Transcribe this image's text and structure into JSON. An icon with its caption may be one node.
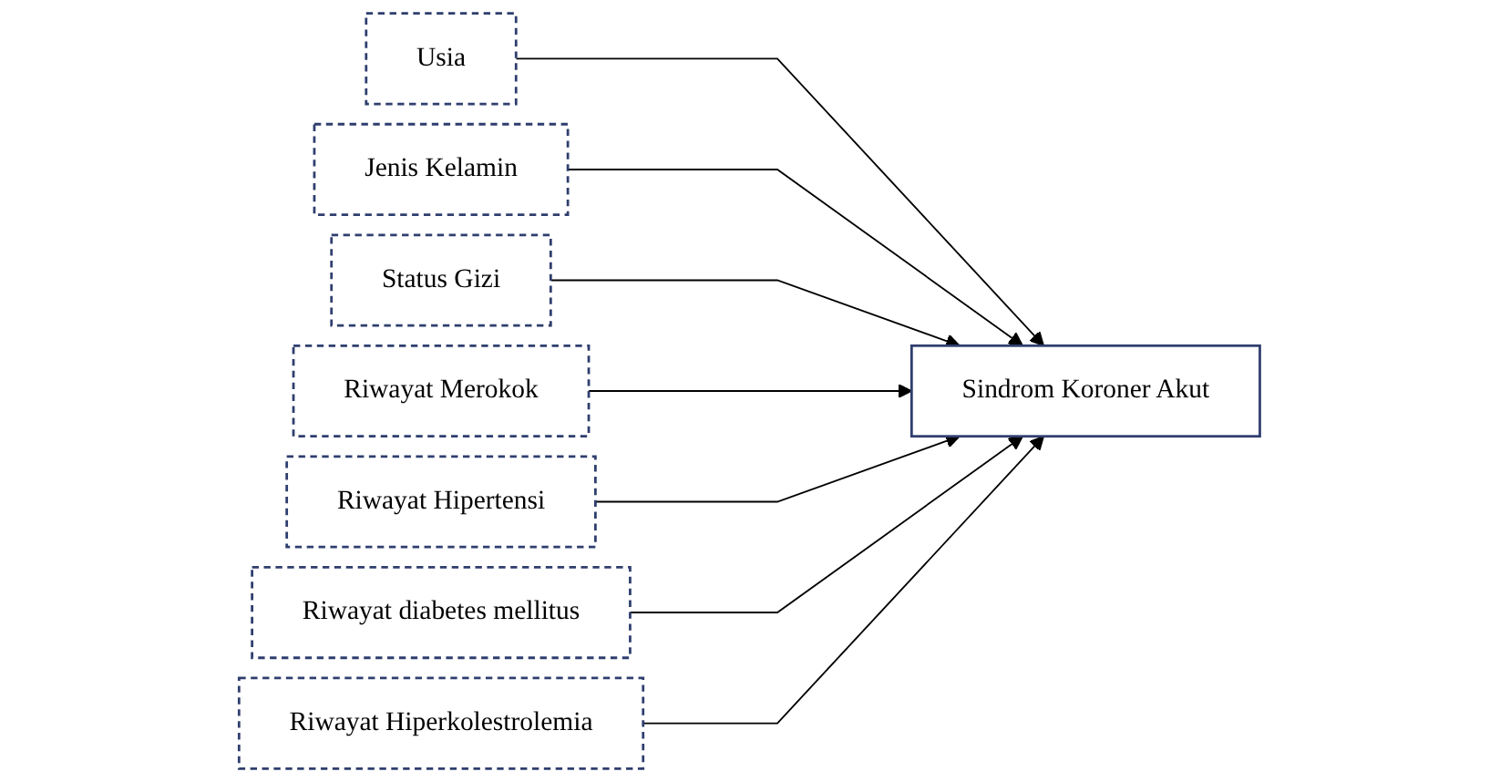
{
  "diagram": {
    "nodes": [
      {
        "text": [
          "Usia"
        ]
      },
      {
        "text": [
          "Jenis Kelamin"
        ]
      },
      {
        "text": [
          "Status Gizi"
        ]
      },
      {
        "text": [
          "Riwayat Merokok"
        ]
      },
      {
        "text": [
          "Riwayat Hipertensi"
        ]
      },
      {
        "text": [
          "Riwayat diabetes mellitus"
        ]
      },
      {
        "text": [
          "Riwayat Hiperkolestrolemia"
        ]
      },
      {
        "text": [
          "Sindrom Koroner Akut"
        ]
      }
    ],
    "edges": [
      {
        "from": 0,
        "to": 7,
        "arrow": "to"
      },
      {
        "from": 1,
        "to": 7,
        "arrow": "to"
      },
      {
        "from": 2,
        "to": 7,
        "arrow": "to"
      },
      {
        "from": 3,
        "to": 7,
        "arrow": "to"
      },
      {
        "from": 4,
        "to": 7,
        "arrow": "to"
      },
      {
        "from": 5,
        "to": 7,
        "arrow": "to"
      },
      {
        "from": 6,
        "to": 7,
        "arrow": "to"
      }
    ]
  }
}
